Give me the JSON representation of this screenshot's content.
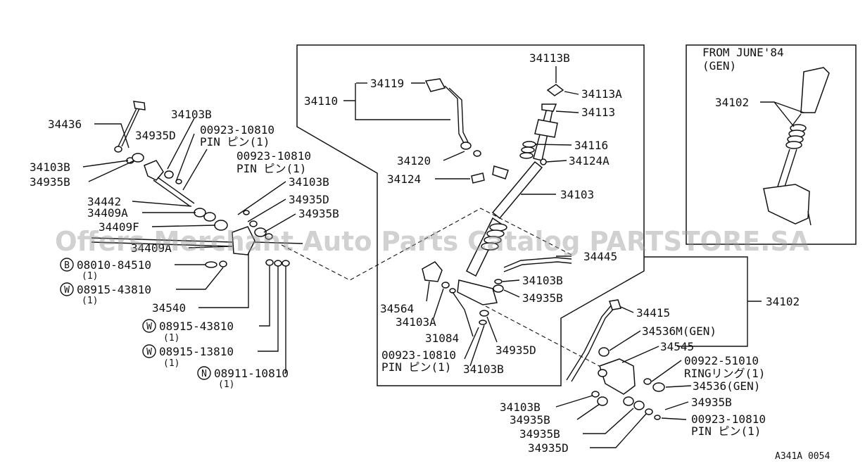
{
  "diagram": {
    "labels": {
      "l_34113B": "34113B",
      "l_34113A": "34113A",
      "l_34113": "34113",
      "l_34119": "34119",
      "l_34110": "34110",
      "l_34116": "34116",
      "l_34120": "34120",
      "l_34124A": "34124A",
      "l_34124": "34124",
      "l_34103": "34103",
      "l_34445": "34445",
      "l_34103B_c1": "34103B",
      "l_34935B_c1": "34935B",
      "l_34564": "34564",
      "l_34103A": "34103A",
      "l_31084": "31084",
      "l_34935D_c": "34935D",
      "l_00923_c": "00923-10810",
      "l_pin_c": "PIN ピン(1)",
      "l_34103B_c2": "34103B",
      "l_34436": "34436",
      "l_34103B_t": "34103B",
      "l_34935D_t": "34935D",
      "l_00923_t1": "00923-10810",
      "l_pin_t1": "PIN ピン(1)",
      "l_00923_t2": "00923-10810",
      "l_pin_t2": "PIN ピン(1)",
      "l_34103B_l": "34103B",
      "l_34935B_l": "34935B",
      "l_34103B_m": "34103B",
      "l_34442": "34442",
      "l_34935D_m": "34935D",
      "l_34409A": "34409A",
      "l_34935B_m": "34935B",
      "l_34409F": "34409F",
      "l_34409A_2": "34409A",
      "l_b_code": "08010-84510",
      "l_b_qty": "(1)",
      "l_w_code1": "08915-43810",
      "l_w_qty1": "(1)",
      "l_34540": "34540",
      "l_w_code2": "08915-43810",
      "l_w_qty2": "(1)",
      "l_w_code3": "08915-13810",
      "l_w_qty3": "(1)",
      "l_n_code": "08911-10810",
      "l_n_qty": "(1)",
      "l_inset_title1": "FROM JUNE'84",
      "l_inset_title2": "(GEN)",
      "l_34102_inset": "34102",
      "l_34102_main": "34102",
      "l_34415": "34415",
      "l_34536M": "34536M(GEN)",
      "l_34545": "34545",
      "l_00922": "00922-51010",
      "l_ring": "RINGリング(1)",
      "l_34536": "34536(GEN)",
      "l_34103B_b": "34103B",
      "l_34935B_b1": "34935B",
      "l_34935B_b2": "34935B",
      "l_34935B_b3": "34935B",
      "l_00923_b": "00923-10810",
      "l_pin_b": "PIN ピン(1)",
      "l_34935D_b": "34935D",
      "l_ref": "A341A 0054"
    },
    "circle_letters": {
      "b": "B",
      "w1": "W",
      "w2": "W",
      "w3": "W",
      "n": "N"
    },
    "watermark": "Offers Merchant Auto Parts Catalog PARTSTORE.SA"
  }
}
